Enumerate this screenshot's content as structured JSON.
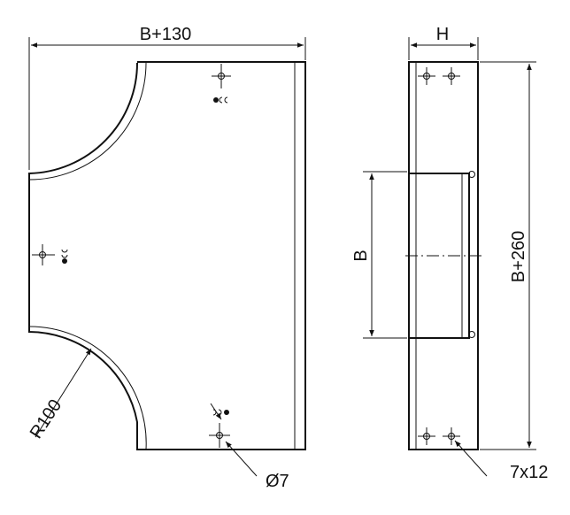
{
  "drawing": {
    "front_view": {
      "width_dimension": "B+130",
      "radius_dimension": "R100",
      "hole_dimension": "Ø7"
    },
    "side_view": {
      "height_dimension": "H",
      "inner_dimension": "B",
      "length_dimension": "B+260",
      "slot_dimension": "7x12"
    }
  }
}
